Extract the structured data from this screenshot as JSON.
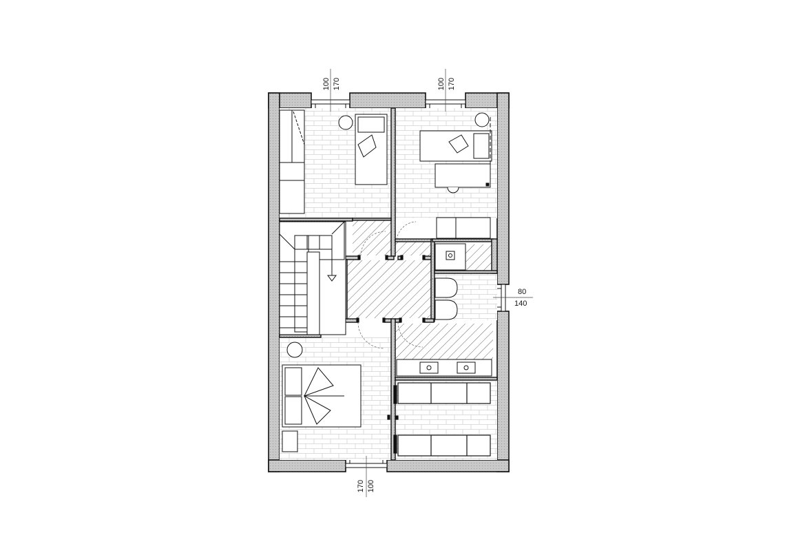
{
  "openings": {
    "top_left": {
      "top": "100",
      "bottom": "170"
    },
    "top_right": {
      "top": "100",
      "bottom": "170"
    },
    "right": {
      "top": "80",
      "bottom": "140"
    },
    "bottom": {
      "top": "100",
      "bottom": "170"
    }
  }
}
